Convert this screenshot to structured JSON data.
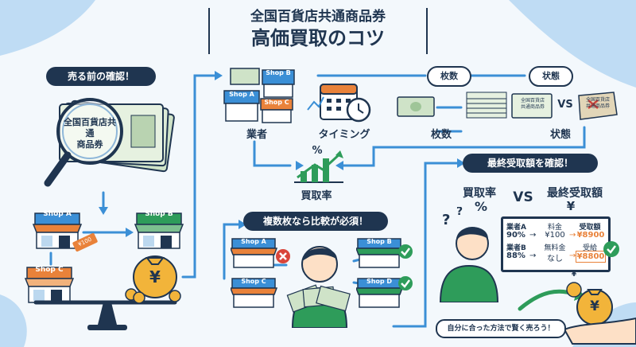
{
  "title": {
    "line1": "全国百貨店共通商品券",
    "line2": "高価買取のコツ"
  },
  "section_confirm": "売る前の確認！",
  "voucher_text": {
    "line1": "全国百貨店共通",
    "line2": "商品券"
  },
  "shops": {
    "a": "Shop A",
    "b": "Shop B",
    "c": "Shop C",
    "d": "Shop D"
  },
  "price_tag": "¥100",
  "factors": {
    "gyosha": "業者",
    "timing": "タイミング",
    "maisu": "枚数",
    "jotai": "状態",
    "kaitoriritsu": "買取率"
  },
  "pills": {
    "maisu": "枚数",
    "jotai": "状態",
    "compare": "複数枚なら比較が必須！",
    "final": "最終受取額を確認！"
  },
  "vs": "VS",
  "mini_voucher_text": {
    "line1": "全国百貨店",
    "line2": "共通商品券"
  },
  "percent_symbol": "%",
  "yen_symbol": "¥",
  "comparison": {
    "left_label": "買取率",
    "right_label": "最終受取額",
    "headers": [
      "料金",
      "受取額"
    ],
    "rows": [
      {
        "vendor": "業者A",
        "rate": "90%",
        "fee_arrow": "→",
        "fee": "¥100",
        "result_arrow": "→",
        "amount": "¥8900"
      },
      {
        "vendor": "業者B",
        "rate": "88%",
        "fee_label": "無料金",
        "fee_arrow": "→",
        "fee": "なし",
        "result_label": "受給",
        "result_arrow": "→",
        "amount": "¥8800"
      }
    ]
  },
  "footer": "自分に合った方法で賢く売ろう！",
  "colors": {
    "navy": "#1f3550",
    "blue": "#3b8fd6",
    "green": "#2e9c5a",
    "orange": "#e9823a",
    "money": "#cfe3c8"
  }
}
